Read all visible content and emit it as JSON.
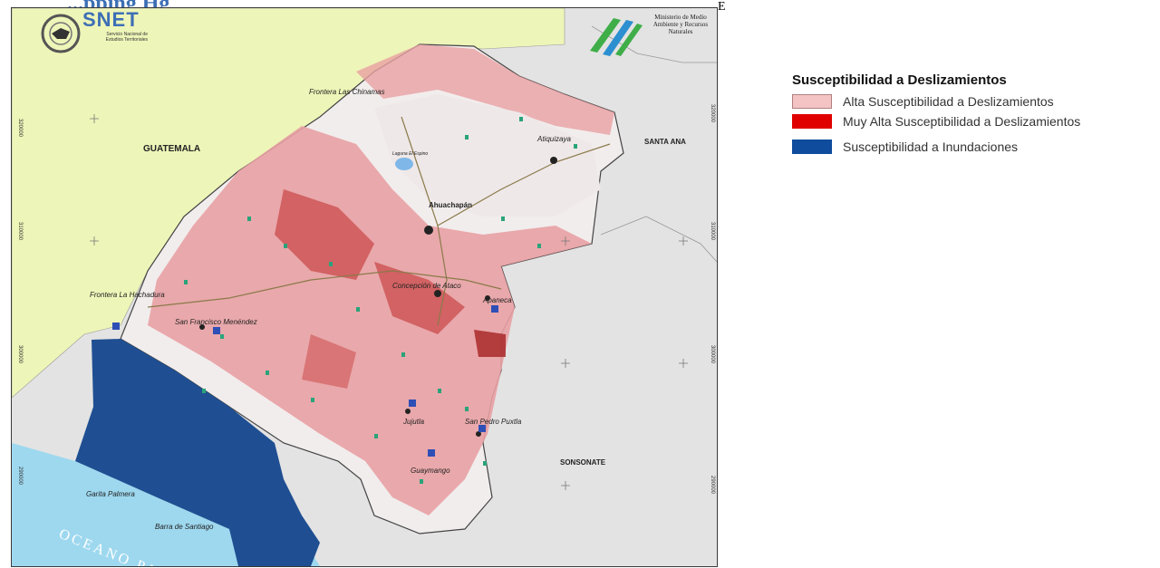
{
  "header": {
    "title": "...pping Hg"
  },
  "logos": {
    "snet": {
      "name": "SNET",
      "subtitle": "Servicio Nacional de Estudios Territoriales"
    },
    "ministerio": {
      "name": "Ministerio de Medio Ambiente y Recursos Naturales"
    },
    "stray_char": "E"
  },
  "map": {
    "countries": {
      "guatemala": "GUATEMALA",
      "santa_ana": "SANTA ANA",
      "sonsonate": "SONSONATE"
    },
    "ocean": "OCEANO PACIF",
    "places": {
      "frontera_chinamas": "Frontera Las Chinamas",
      "frontera_hachadura": "Frontera La Hachadura",
      "ahuachapan": "Ahuachapán",
      "atiquizaya": "Atiquizaya",
      "concepcion_ataco": "Concepción de Ataco",
      "apaneca": "Apaneca",
      "san_francisco_menendez": "San Francisco Menéndez",
      "jujutla": "Jujutla",
      "san_pedro_puxtla": "San Pedro Puxtla",
      "guaymango": "Guaymango",
      "garita_palmera": "Garita Palmera",
      "barra_santiago": "Barra de Santiago",
      "laguna": "Laguna El Espino"
    },
    "coords": {
      "n320": "320000",
      "n310": "310000",
      "n300": "300000",
      "n290": "290000"
    }
  },
  "legend": {
    "title": "Susceptibilidad a Deslizamientos",
    "items": [
      {
        "label": "Alta Susceptibilidad a Deslizamientos",
        "color": "#f4c3c3",
        "border": "#b08080"
      },
      {
        "label": "Muy Alta Susceptibilidad a Deslizamientos",
        "color": "#e00000",
        "border": "#e00000"
      },
      {
        "label": "Susceptibilidad a Inundaciones",
        "color": "#0f4c9e",
        "border": "#0f4c9e"
      }
    ]
  },
  "colors": {
    "guatemala_land": "#eef5b8",
    "other_land": "#e3e3e3",
    "ocean": "#9ed8ef",
    "flood_zone": "#1f4f92",
    "high_susceptibility": "#e8a0a3",
    "very_high_susceptibility": "#c02828",
    "lowland": "#f2eded"
  }
}
